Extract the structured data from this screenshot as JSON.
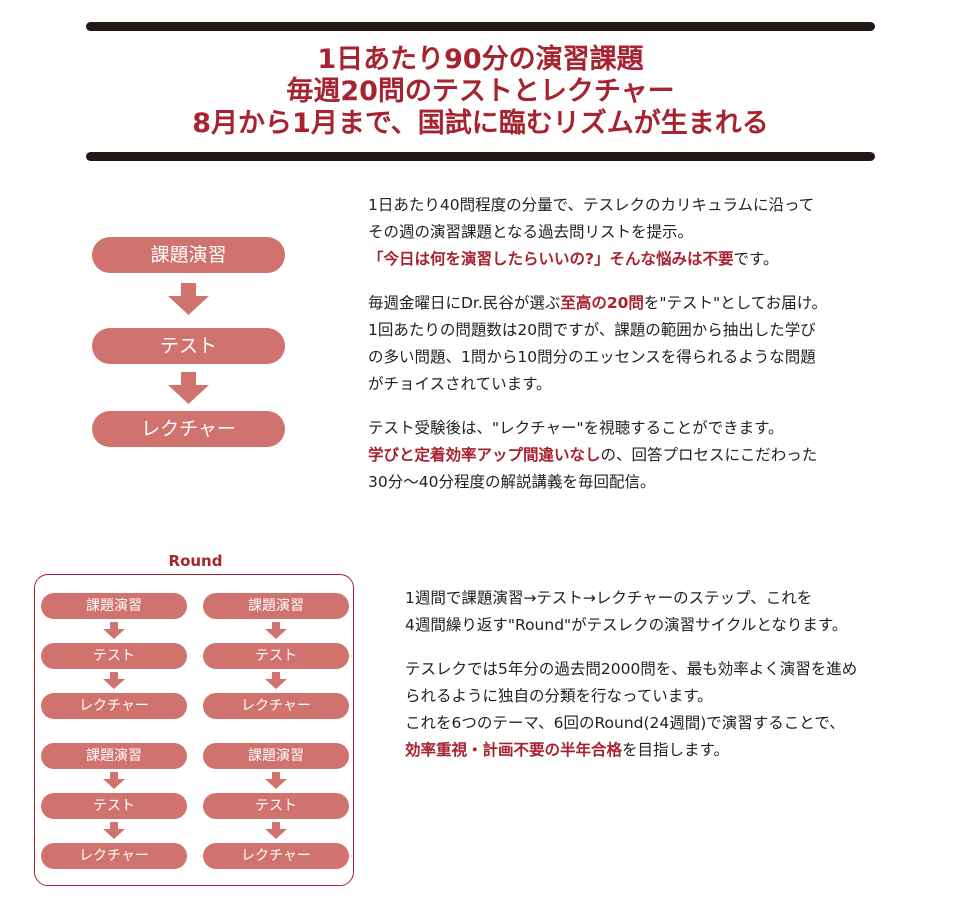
{
  "headline": {
    "line1": "1日あたり90分の演習課題",
    "line2": "毎週20問のテストとレクチャー",
    "line3": "8月から1月まで、国試に臨むリズムが生まれる"
  },
  "flow": {
    "step1": "課題演習",
    "step2": "テスト",
    "step3": "レクチャー"
  },
  "desc1": {
    "p1_l1": "1日あたり40問程度の分量で、テスレクのカリキュラムに沿って",
    "p1_l2": "その週の演習課題となる過去問リストを提示。",
    "p1_l3_red": "「今日は何を演習したらいいの?」そんな悩みは不要",
    "p1_l3_rest": "です。",
    "p2_l1_a": "毎週金曜日にDr.民谷が選ぶ",
    "p2_l1_red": "至高の20問",
    "p2_l1_b": "を\"テスト\"としてお届け。",
    "p2_l2": "1回あたりの問題数は20問ですが、課題の範囲から抽出した学び",
    "p2_l3": "の多い問題、1問から10問分のエッセンスを得られるような問題",
    "p2_l4": "がチョイスされています。",
    "p3_l1": "テスト受験後は、\"レクチャー\"を視聴することができます。",
    "p3_l2_red": "学びと定着効率アップ間違いなし",
    "p3_l2_rest": "の、回答プロセスにこだわった",
    "p3_l3": "30分〜40分程度の解説講義を毎回配信。"
  },
  "round": {
    "title": "Round",
    "step1": "課題演習",
    "step2": "テスト",
    "step3": "レクチャー"
  },
  "desc2": {
    "p1_l1": "1週間で課題演習→テスト→レクチャーのステップ、これを",
    "p1_l2": "4週間繰り返す\"Round\"がテスレクの演習サイクルとなります。",
    "p2_l1": "テスレクでは5年分の過去問2000問を、最も効率よく演習を進め",
    "p2_l2": "られるように独自の分類を行なっています。",
    "p2_l3": "これを6つのテーマ、6回のRound(24週間)で演習することで、",
    "p2_l4_red": "効率重視・計画不要の半年合格",
    "p2_l4_rest": "を目指します。"
  },
  "colors": {
    "accent": "#a6232f",
    "pill": "#d0736f",
    "rule": "#231815"
  }
}
